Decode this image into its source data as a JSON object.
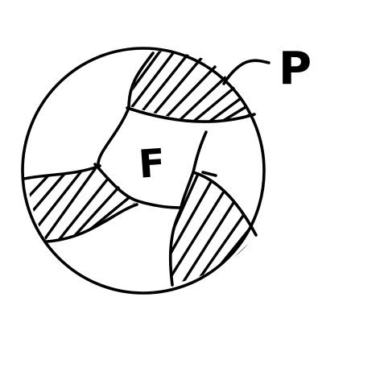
{
  "diagram": {
    "labels": {
      "face": "F",
      "pointer": "P"
    },
    "colors": {
      "ink": "#000000",
      "background": "#ffffff"
    },
    "regions": [
      "face-region",
      "hatched-region-top",
      "hatched-region-left",
      "hatched-region-right"
    ]
  }
}
